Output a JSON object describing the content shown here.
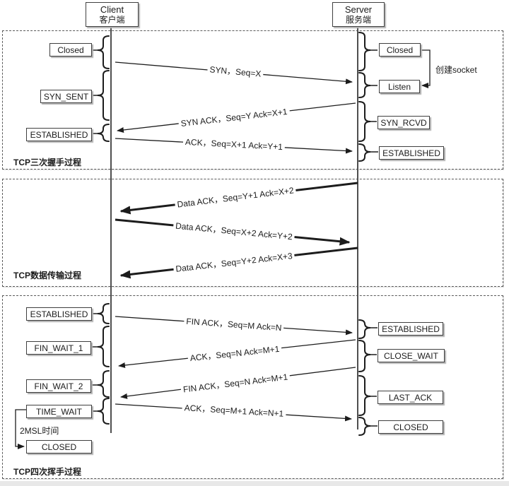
{
  "diagram": {
    "client": {
      "title": "Client",
      "subtitle": "客户端"
    },
    "server": {
      "title": "Server",
      "subtitle": "服务端"
    },
    "sections": {
      "handshake": {
        "label": "TCP三次握手过程"
      },
      "transfer": {
        "label": "TCP数据传输过程"
      },
      "teardown": {
        "label": "TCP四次挥手过程"
      }
    },
    "client_states": {
      "closed": "Closed",
      "syn_sent": "SYN_SENT",
      "established": "ESTABLISHED",
      "established2": "ESTABLISHED",
      "fin_wait_1": "FIN_WAIT_1",
      "fin_wait_2": "FIN_WAIT_2",
      "time_wait": "TIME_WAIT",
      "closed_final": "CLOSED"
    },
    "server_states": {
      "closed": "Closed",
      "listen": "Listen",
      "syn_rcvd": "SYN_RCVD",
      "established": "ESTABLISHED",
      "established2": "ESTABLISHED",
      "close_wait": "CLOSE_WAIT",
      "last_ack": "LAST_ACK",
      "closed_final": "CLOSED"
    },
    "messages": {
      "syn": "SYN，Seq=X",
      "syn_ack": "SYN ACK，Seq=Y Ack=X+1",
      "ack": "ACK，Seq=X+1 Ack=Y+1",
      "data1": "Data ACK，Seq=Y+1 Ack=X+2",
      "data2": "Data ACK，Seq=X+2 Ack=Y+2",
      "data3": "Data ACK，Seq=Y+2 Ack=X+3",
      "fin_ack1": "FIN ACK，Seq=M Ack=N",
      "ack_fin1": "ACK，Seq=N Ack=M+1",
      "fin_ack2": "FIN ACK，Seq=N Ack=M+1",
      "ack_fin2": "ACK，Seq=M+1 Ack=N+1"
    },
    "annotations": {
      "create_socket": "创建socket",
      "msl": "2MSL时间"
    },
    "colors": {
      "line": "#1c1c1c",
      "lifeline": "#4f4f4f",
      "box_border": "#3f3f3f",
      "dashed_border": "#5a5a5a",
      "background": "#ffffff",
      "bottom_strip": "#e8e8e8"
    }
  }
}
